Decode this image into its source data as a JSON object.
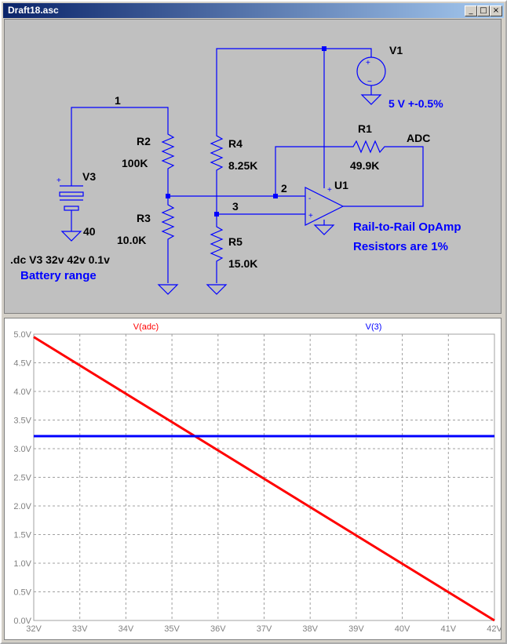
{
  "window": {
    "title": "Draft18.asc",
    "minimize_glyph": "_",
    "maximize_glyph": "□",
    "close_glyph": "×"
  },
  "schematic": {
    "net_1": "1",
    "net_2": "2",
    "net_3": "3",
    "net_adc": "ADC",
    "v1": {
      "name": "V1",
      "value": "5 V +-0.5%"
    },
    "v3": {
      "name": "V3",
      "value": "40"
    },
    "r1": {
      "name": "R1",
      "value": "49.9K"
    },
    "r2": {
      "name": "R2",
      "value": "100K"
    },
    "r3": {
      "name": "R3",
      "value": "10.0K"
    },
    "r4": {
      "name": "R4",
      "value": "8.25K"
    },
    "r5": {
      "name": "R5",
      "value": "15.0K"
    },
    "u1": {
      "name": "U1",
      "plus": "+",
      "minus": "-"
    },
    "dc_directive": ".dc V3 32v 42v 0.1v",
    "comment_battery": "Battery range",
    "comment_opamp": "Rail-to-Rail OpAmp",
    "comment_resistors": "Resistors are 1%"
  },
  "chart_data": {
    "type": "line",
    "x": [
      32,
      42
    ],
    "xticks": [
      "32V",
      "33V",
      "34V",
      "35V",
      "36V",
      "37V",
      "38V",
      "39V",
      "40V",
      "41V",
      "42V"
    ],
    "yticks": [
      "0.0V",
      "0.5V",
      "1.0V",
      "1.5V",
      "2.0V",
      "2.5V",
      "3.0V",
      "3.5V",
      "4.0V",
      "4.5V",
      "5.0V"
    ],
    "xlim": [
      32,
      42
    ],
    "ylim": [
      0,
      5
    ],
    "grid": true,
    "series": [
      {
        "name": "V(adc)",
        "color": "#ff0000",
        "x": [
          32,
          42
        ],
        "values": [
          4.95,
          0.0
        ]
      },
      {
        "name": "V(3)",
        "color": "#0000ff",
        "x": [
          32,
          42
        ],
        "values": [
          3.22,
          3.22
        ]
      }
    ]
  }
}
